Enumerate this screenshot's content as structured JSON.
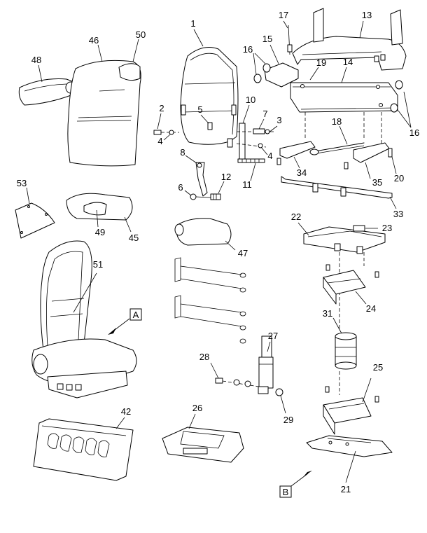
{
  "callouts": [
    "1",
    "2",
    "3",
    "4",
    "4",
    "5",
    "6",
    "7",
    "8",
    "10",
    "11",
    "12",
    "13",
    "14",
    "15",
    "16",
    "16",
    "17",
    "18",
    "19",
    "20",
    "21",
    "22",
    "23",
    "24",
    "25",
    "26",
    "27",
    "28",
    "29",
    "31",
    "33",
    "34",
    "35",
    "42",
    "45",
    "46",
    "47",
    "48",
    "49",
    "50",
    "51",
    "53"
  ],
  "view_labels": {
    "a": "A",
    "b": "B"
  }
}
